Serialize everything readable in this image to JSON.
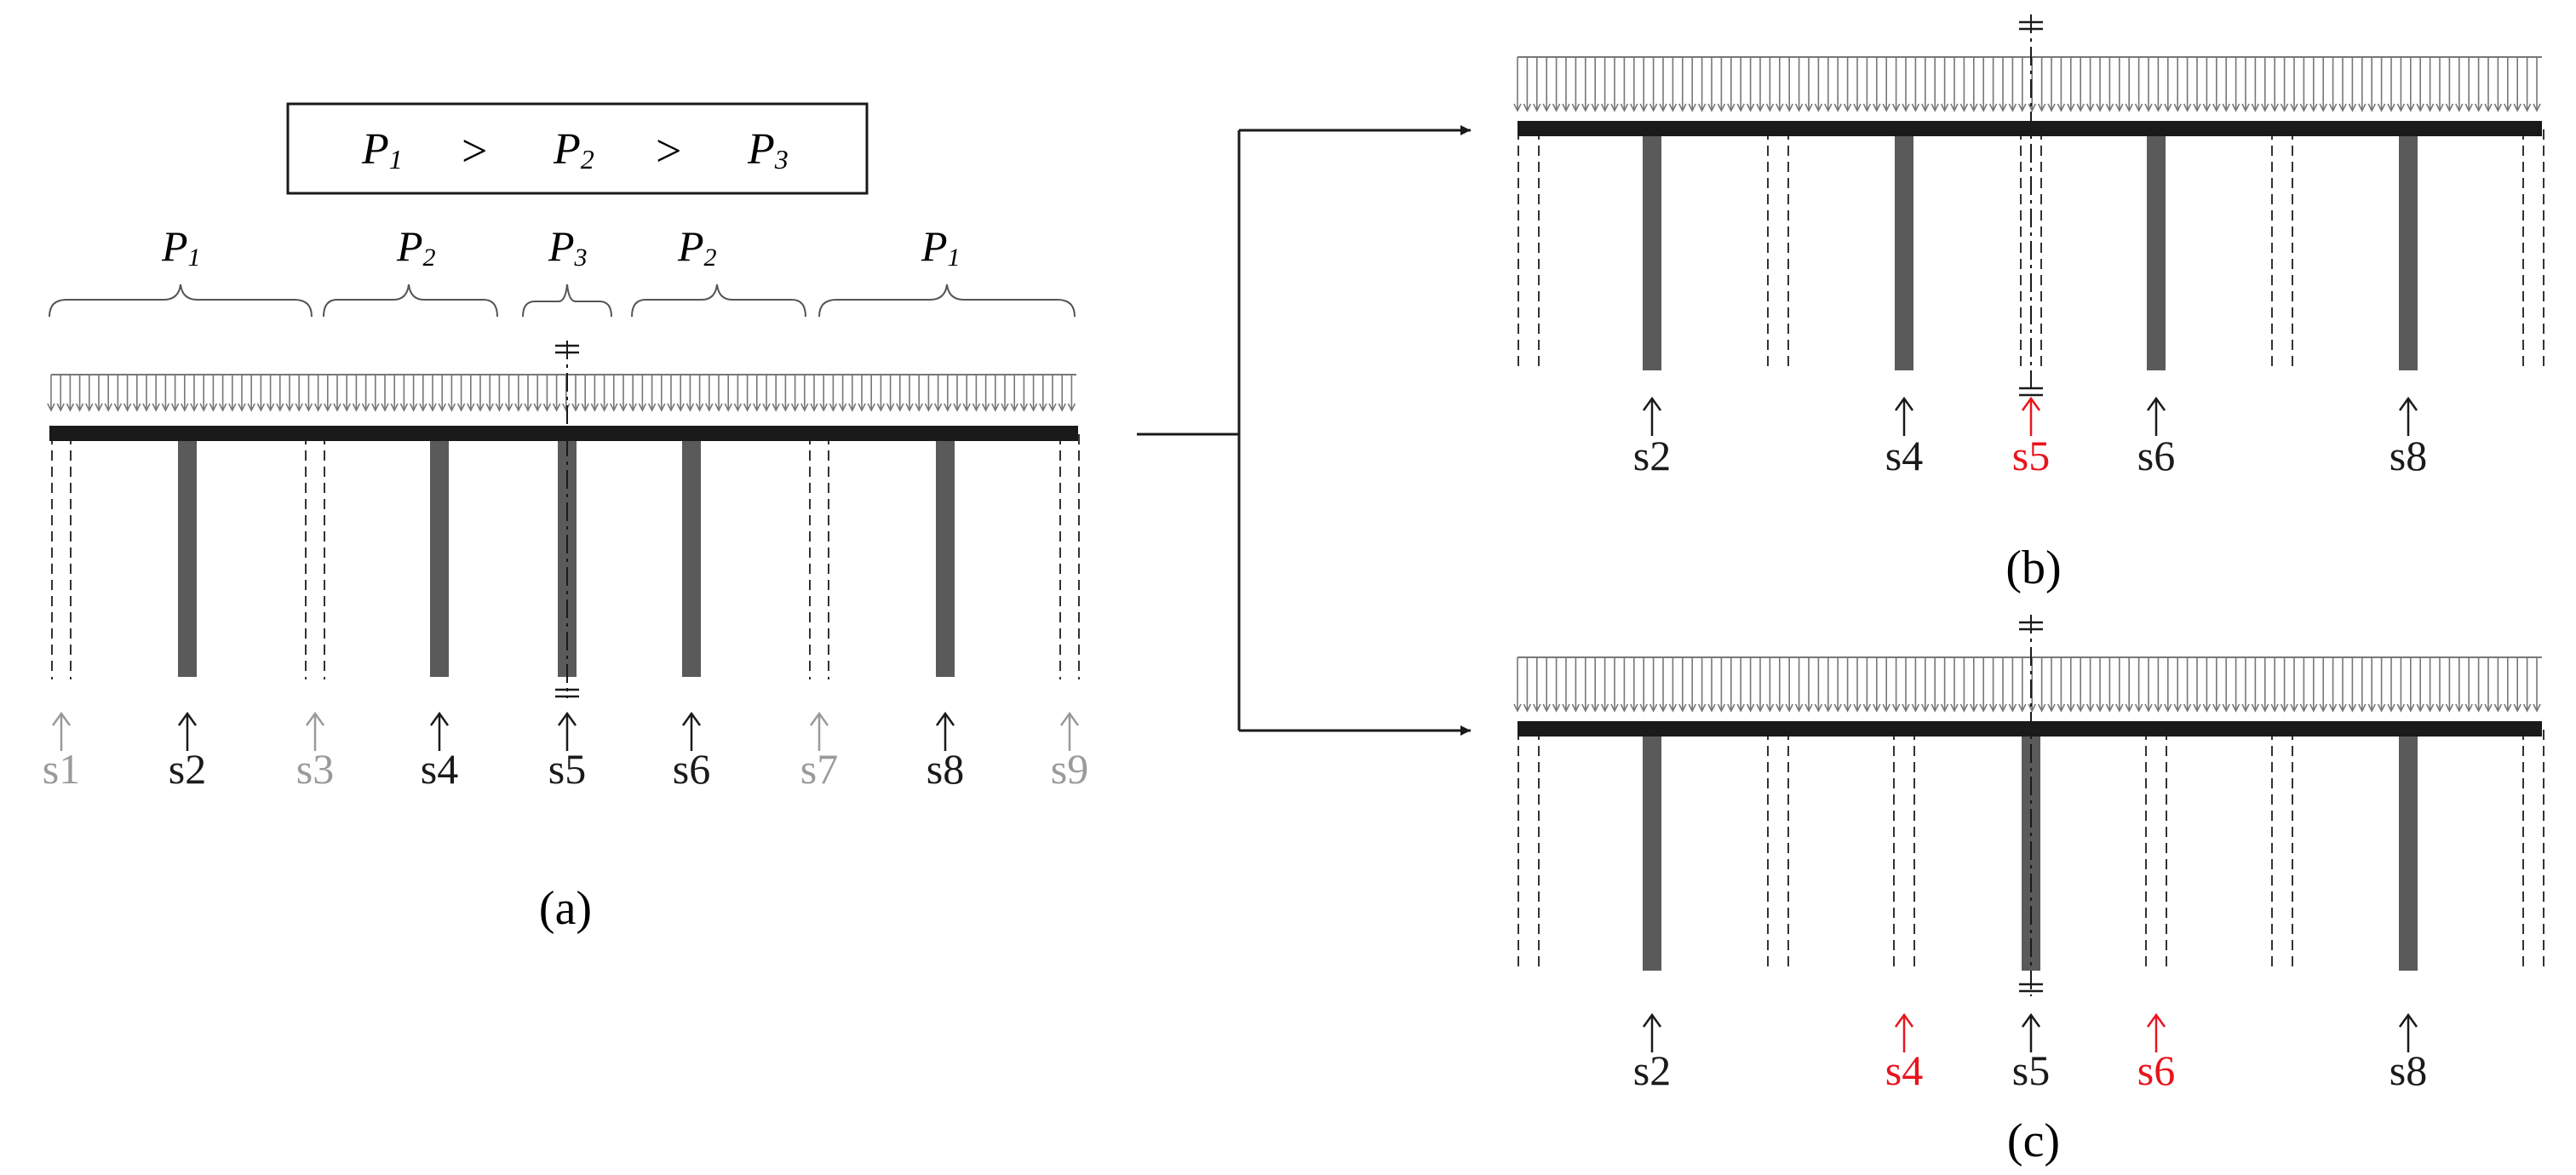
{
  "legend": {
    "p1": "P",
    "p1_sub": "1",
    "gt1": ">",
    "p2": "P",
    "p2_sub": "2",
    "gt2": ">",
    "p3": "P",
    "p3_sub": "3"
  },
  "panel_a": {
    "caption": "(a)",
    "zones": [
      {
        "p": "P",
        "sub": "1"
      },
      {
        "p": "P",
        "sub": "2"
      },
      {
        "p": "P",
        "sub": "3"
      },
      {
        "p": "P",
        "sub": "2"
      },
      {
        "p": "P",
        "sub": "1"
      }
    ],
    "supports": [
      {
        "label": "s1",
        "state": "removed"
      },
      {
        "label": "s2",
        "state": "active"
      },
      {
        "label": "s3",
        "state": "removed"
      },
      {
        "label": "s4",
        "state": "active"
      },
      {
        "label": "s5",
        "state": "active"
      },
      {
        "label": "s6",
        "state": "active"
      },
      {
        "label": "s7",
        "state": "removed"
      },
      {
        "label": "s8",
        "state": "active"
      },
      {
        "label": "s9",
        "state": "removed"
      }
    ]
  },
  "panel_b": {
    "caption": "(b)",
    "supports": [
      {
        "label": "s2",
        "state": "active"
      },
      {
        "label": "s4",
        "state": "active"
      },
      {
        "label": "s5",
        "state": "failed"
      },
      {
        "label": "s6",
        "state": "active"
      },
      {
        "label": "s8",
        "state": "active"
      }
    ]
  },
  "panel_c": {
    "caption": "(c)",
    "supports": [
      {
        "label": "s2",
        "state": "active"
      },
      {
        "label": "s4",
        "state": "failed"
      },
      {
        "label": "s5",
        "state": "active"
      },
      {
        "label": "s6",
        "state": "failed"
      },
      {
        "label": "s8",
        "state": "active"
      }
    ]
  },
  "colors": {
    "active": "#1a1a1a",
    "removed": "#9a9a9a",
    "failed": "#e8141c",
    "column": "#5a5a5a",
    "beam": "#1a1a1a"
  }
}
